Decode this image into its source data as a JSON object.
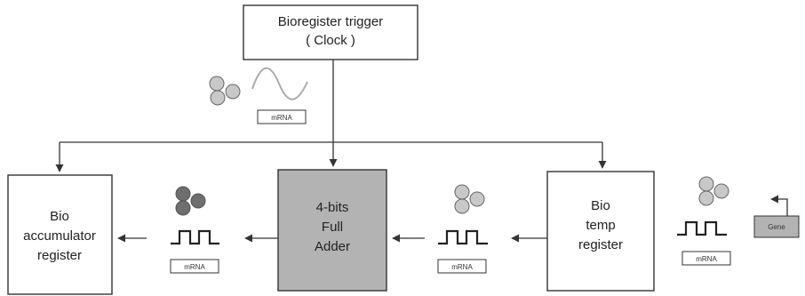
{
  "diagram": {
    "clock": {
      "line1": "Bioregister trigger",
      "line2": "( Clock )"
    },
    "accumulator": {
      "line1": "Bio",
      "line2": "accumulator",
      "line3": "register"
    },
    "adder": {
      "line1": "4-bits",
      "line2": "Full",
      "line3": "Adder"
    },
    "temp": {
      "line1": "Bio",
      "line2": "temp",
      "line3": "register"
    },
    "gene": {
      "label": "Gene"
    },
    "mrna_labels": [
      "mRNA",
      "mRNA",
      "mRNA",
      "mRNA"
    ]
  },
  "colors": {
    "adder_fill": "#b3b3b3",
    "gene_fill": "#b3b3b3",
    "molecule_light": "#c8c8c8",
    "molecule_dark": "#6e6e6e"
  }
}
